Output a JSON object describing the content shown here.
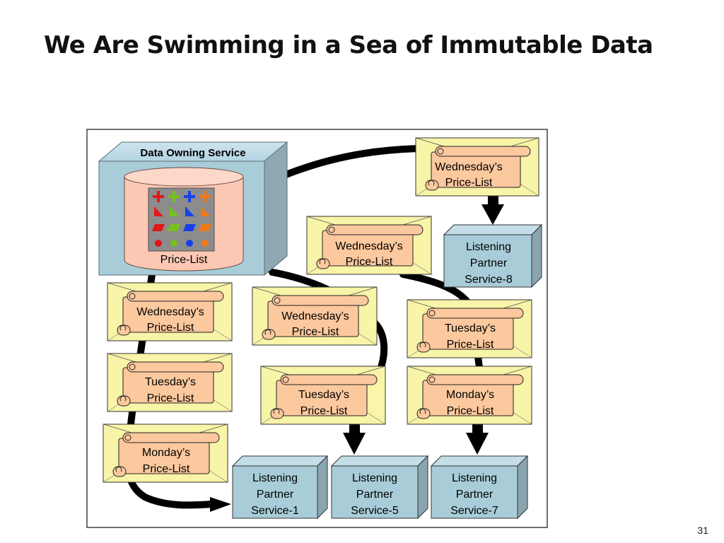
{
  "slide": {
    "title": "We Are Swimming in a Sea of Immutable Data",
    "page_number": "31"
  },
  "diagram": {
    "colors": {
      "envelope_fill": "#f8f4a8",
      "scroll_fill": "#fcc89e",
      "service_fill": "#a8ccd8",
      "database_fill": "#fcc8b4",
      "arrow": "#000000"
    },
    "data_owning_service": {
      "title": "Data Owning Service",
      "database_label": "Price-List",
      "symbol_colors": [
        "#e01818",
        "#78c01c",
        "#1840e8",
        "#f07818"
      ]
    },
    "messages": [
      {
        "line1": "Wednesday’s",
        "line2": "Price-List"
      },
      {
        "line1": "Wednesday’s",
        "line2": "Price-List"
      },
      {
        "line1": "Wednesday’s",
        "line2": "Price-List"
      },
      {
        "line1": "Wednesday’s",
        "line2": "Price-List"
      },
      {
        "line1": "Tuesday’s",
        "line2": "Price-List"
      },
      {
        "line1": "Tuesday’s",
        "line2": "Price-List"
      },
      {
        "line1": "Tuesday’s",
        "line2": "Price-List"
      },
      {
        "line1": "Monday’s",
        "line2": "Price-List"
      },
      {
        "line1": "Monday’s",
        "line2": "Price-List"
      }
    ],
    "listeners": [
      {
        "line1": "Listening",
        "line2": "Partner",
        "line3": "Service-8"
      },
      {
        "line1": "Listening",
        "line2": "Partner",
        "line3": "Service-1"
      },
      {
        "line1": "Listening",
        "line2": "Partner",
        "line3": "Service-5"
      },
      {
        "line1": "Listening",
        "line2": "Partner",
        "line3": "Service-7"
      }
    ]
  }
}
